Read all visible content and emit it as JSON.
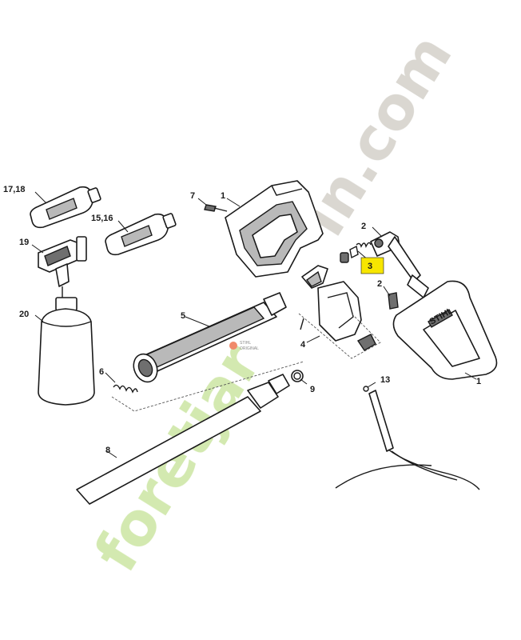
{
  "labels": {
    "l_1718": "17,18",
    "l_7": "7",
    "l_1a": "1",
    "l_1516": "15,16",
    "l_19": "19",
    "l_2a": "2",
    "l_3": "3",
    "l_2b": "2",
    "l_20": "20",
    "l_5": "5",
    "l_4": "4",
    "l_1b": "1",
    "l_6": "6",
    "l_9": "9",
    "l_13": "13",
    "l_8": "8"
  },
  "highlight": {
    "label": "3",
    "color": "#f7e600"
  },
  "watermark": {
    "text_green": "foretjar",
    "text_grey": "in.com",
    "green": "#cfe7a8",
    "grey": "#d6d3cc"
  },
  "brand_text": "STIHL",
  "stamp": {
    "line1": "STIHL",
    "line2": "ORIGINAL"
  },
  "colors": {
    "line": "#1a1a1a",
    "fill": "#ffffff",
    "accent": "#f7e600"
  }
}
